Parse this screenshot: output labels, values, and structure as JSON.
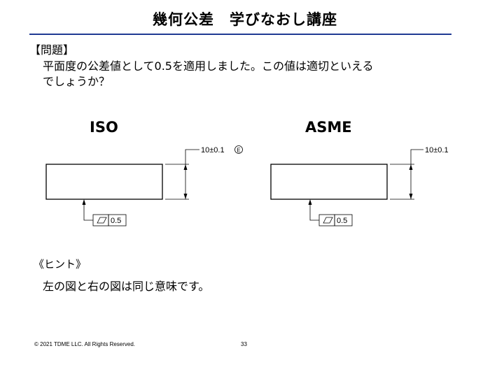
{
  "slide": {
    "title": "幾何公差　学びなおし講座",
    "question_label": "【問題】",
    "question_line1": "平面度の公差値として0.5を適用しました。この値は適切といえる",
    "question_line2": "でしょうか？",
    "hint_label": "《ヒント》",
    "hint_text": "左の図と右の図は同じ意味です。",
    "footer": "© 2021 TDME LLC. All Rights Reserved.",
    "page_number": "33",
    "rule_color": "#1f3a93"
  },
  "figures": [
    {
      "standard": "ISO",
      "dimension_text": "10±0.1",
      "envelope_symbol": "E",
      "flatness_symbol": "flatness-symbol",
      "tolerance_value": "0.5"
    },
    {
      "standard": "ASME",
      "dimension_text": "10±0.1",
      "flatness_symbol": "flatness-symbol",
      "tolerance_value": "0.5"
    }
  ]
}
